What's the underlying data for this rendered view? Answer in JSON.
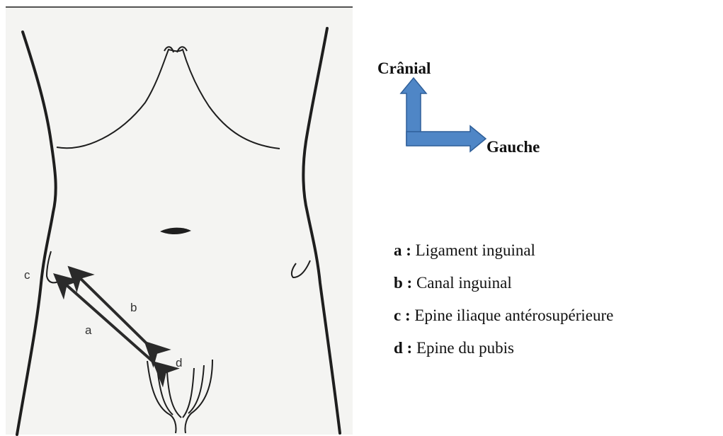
{
  "figure": {
    "point_labels": {
      "a": "a",
      "b": "b",
      "c": "c",
      "d": "d"
    }
  },
  "orientation": {
    "cranial_label": "Crânial",
    "left_label": "Gauche",
    "arrow_color": "#4f86c6",
    "arrow_outline": "#2f5f99"
  },
  "legend": {
    "items": [
      {
        "key": "a",
        "sep": " : ",
        "text": "Ligament inguinal"
      },
      {
        "key": "b",
        "sep": " : ",
        "text": "Canal inguinal"
      },
      {
        "key": "c",
        "sep": " : ",
        "text": "Epine iliaque antérosupérieure"
      },
      {
        "key": "d",
        "sep": " : ",
        "text": "Epine du pubis"
      }
    ]
  }
}
